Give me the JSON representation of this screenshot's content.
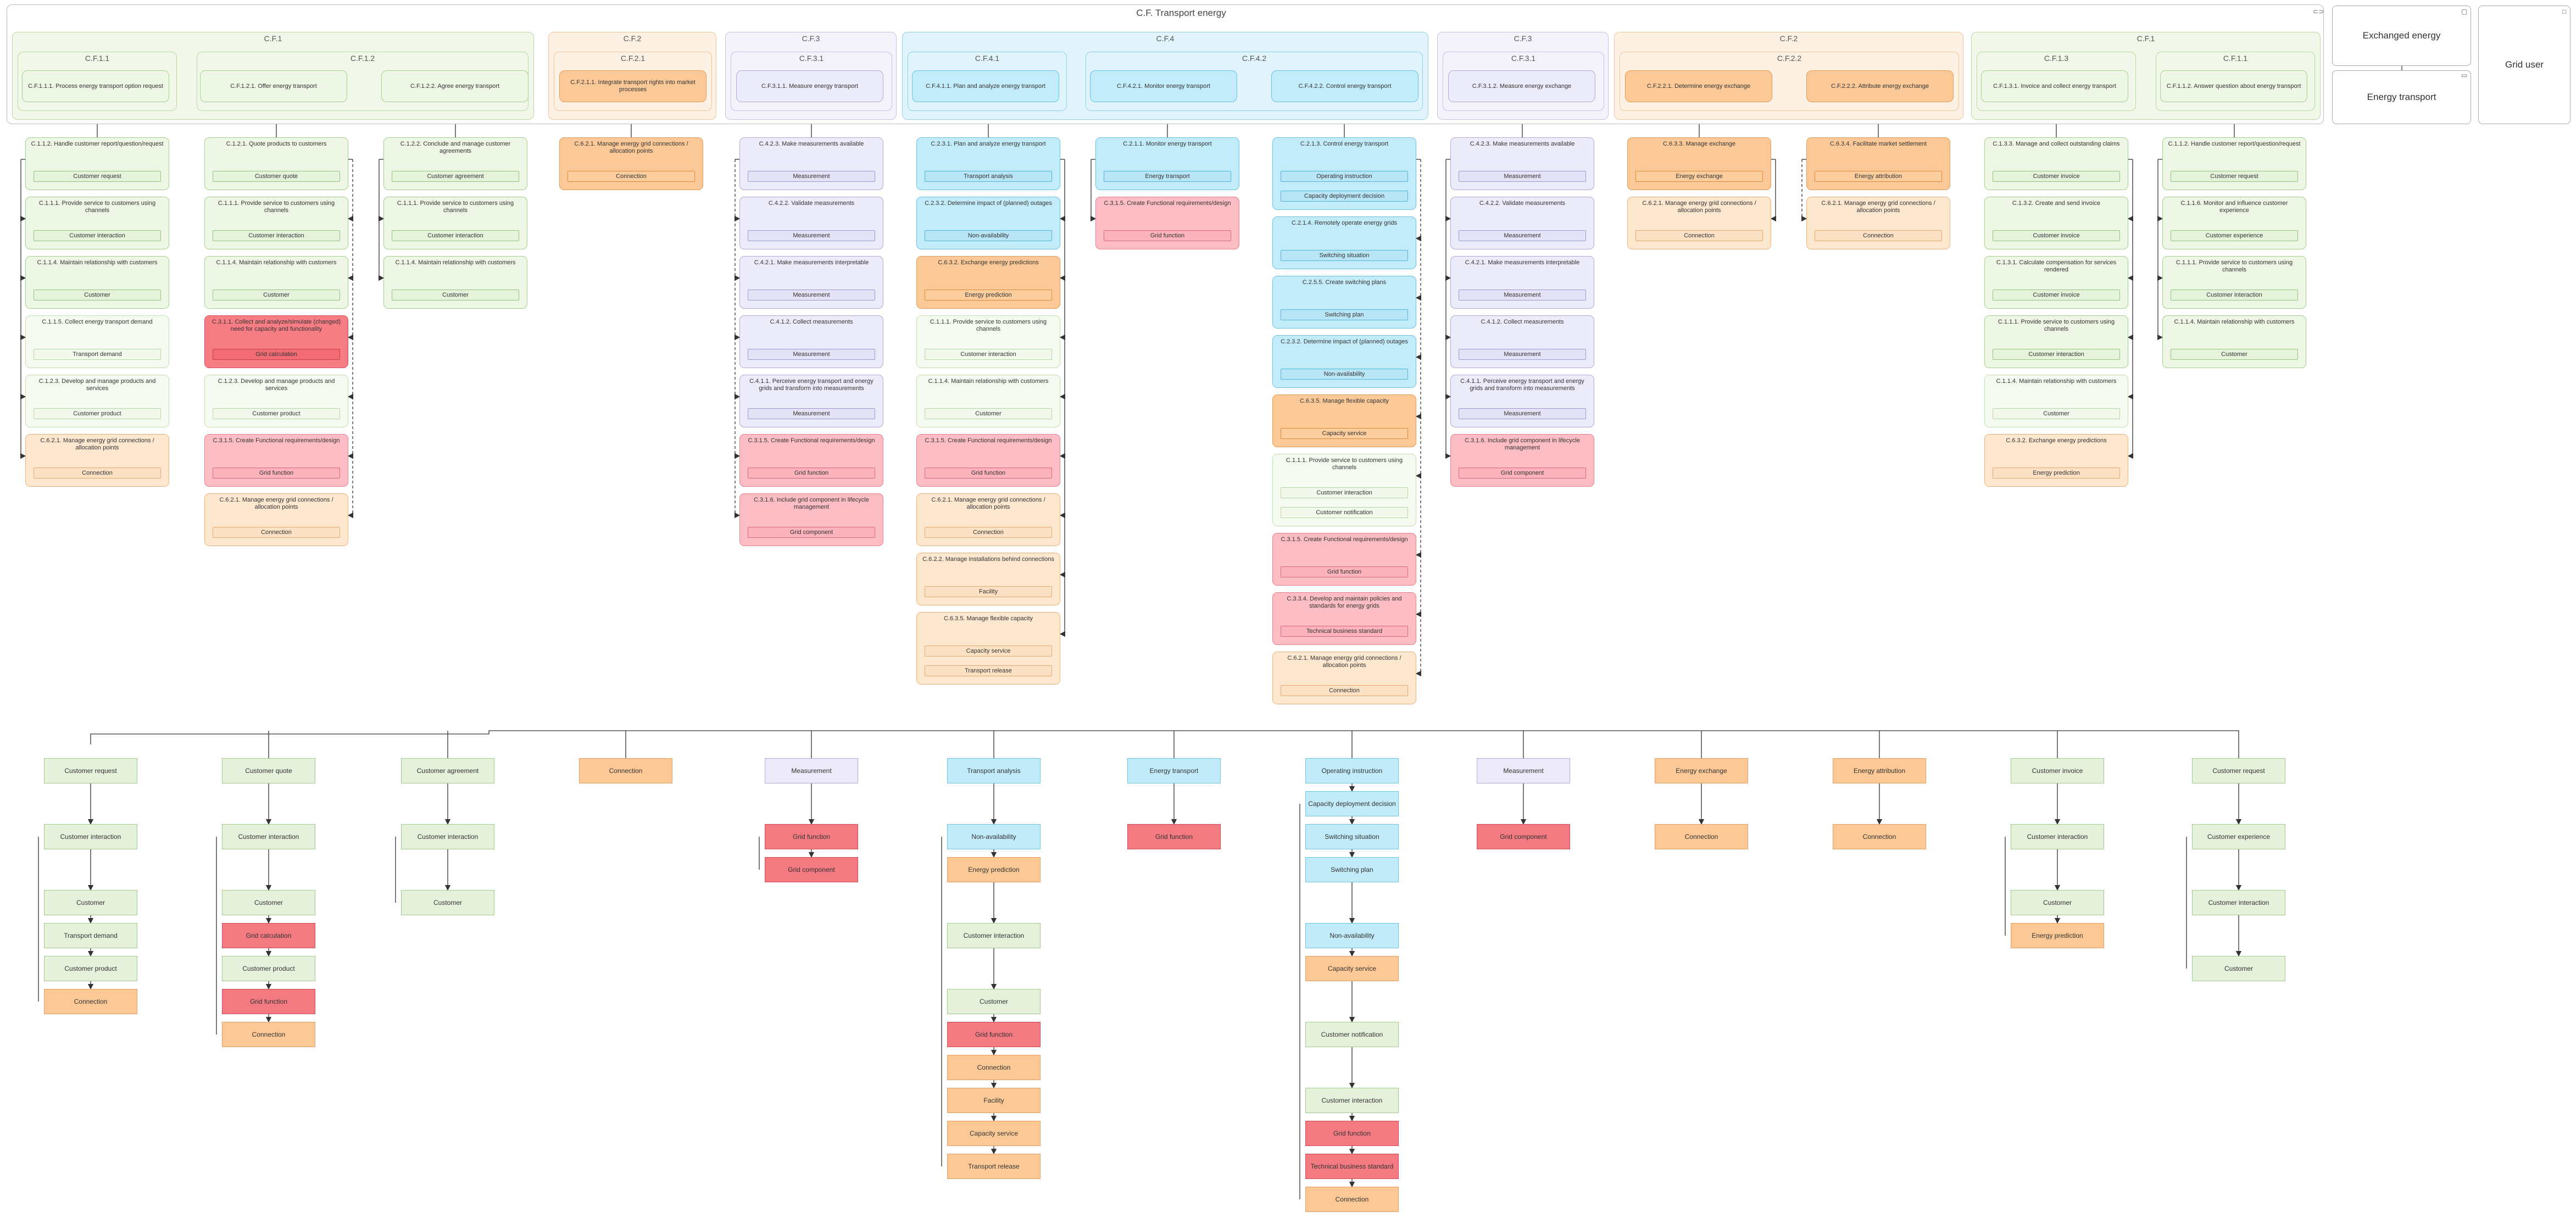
{
  "diagram": {
    "title": "C.F. Transport energy",
    "side_panels": {
      "exchanged_energy": "Exchanged energy",
      "energy_transport": "Energy transport",
      "grid_user": "Grid user"
    },
    "groups": [
      "C.F.1",
      "C.F.1.1",
      "C.F.1.2",
      "C.F.2",
      "C.F.2.1",
      "C.F.3",
      "C.F.3.1",
      "C.F.4",
      "C.F.4.1",
      "C.F.4.2",
      "C.F.3",
      "C.F.3.1",
      "C.F.2",
      "C.F.2.2",
      "C.F.1",
      "C.F.1.3",
      "C.F.1.1"
    ],
    "processes": [
      "C.F.1.1.1. Process energy transport option request",
      "C.F.1.2.1. Offer energy transport",
      "C.F.1.2.2. Agree energy transport",
      "C.F.2.1.1. Integrate transport rights into market processes",
      "C.F.3.1.1. Measure energy transport",
      "C.F.4.1.1. Plan and analyze energy transport",
      "C.F.4.2.1. Monitor energy transport",
      "C.F.4.2.2. Control energy transport",
      "C.F.3.1.2. Measure energy exchange",
      "C.F.2.2.1. Determine energy exchange",
      "C.F.2.2.2. Attribute energy exchange",
      "C.F.1.3.1. Invoice and collect energy transport",
      "C.F.1.1.2. Answer question about energy transport"
    ],
    "columns": [
      [
        {
          "title": "C.1.1.2. Handle customer report/question/request",
          "items": [
            "Customer request"
          ]
        },
        {
          "title": "C.1.1.1. Provide service to customers using channels",
          "items": [
            "Customer interaction"
          ]
        },
        {
          "title": "C.1.1.4. Maintain relationship with customers",
          "items": [
            "Customer"
          ]
        },
        {
          "title": "C.1.1.5. Collect energy transport demand",
          "items": [
            "Transport demand"
          ]
        },
        {
          "title": "C.1.2.3. Develop and manage products and services",
          "items": [
            "Customer product"
          ]
        },
        {
          "title": "C.6.2.1. Manage energy grid connections / allocation points",
          "items": [
            "Connection"
          ]
        }
      ],
      [
        {
          "title": "C.1.2.1. Quote products to customers",
          "items": [
            "Customer quote"
          ]
        },
        {
          "title": "C.1.1.1. Provide service to customers using channels",
          "items": [
            "Customer interaction"
          ]
        },
        {
          "title": "C.1.1.4. Maintain relationship with customers",
          "items": [
            "Customer"
          ]
        },
        {
          "title": "C.3.1.1. Collect and analyze/simulate (changed) need for capacity and functionality",
          "items": [
            "Grid calculation"
          ]
        },
        {
          "title": "C.1.2.3. Develop and manage products and services",
          "items": [
            "Customer product"
          ]
        },
        {
          "title": "C.3.1.5. Create Functional requirements/design",
          "items": [
            "Grid function"
          ]
        },
        {
          "title": "C.6.2.1. Manage energy grid connections / allocation points",
          "items": [
            "Connection"
          ]
        }
      ],
      [
        {
          "title": "C.1.2.2. Conclude and manage customer agreements",
          "items": [
            "Customer agreement"
          ]
        },
        {
          "title": "C.1.1.1. Provide service to customers using channels",
          "items": [
            "Customer interaction"
          ]
        },
        {
          "title": "C.1.1.4. Maintain relationship with customers",
          "items": [
            "Customer"
          ]
        }
      ],
      [
        {
          "title": "C.6.2.1. Manage energy grid connections / allocation points",
          "items": [
            "Connection"
          ]
        }
      ],
      [
        {
          "title": "C.4.2.3. Make measurements available",
          "items": [
            "Measurement"
          ]
        },
        {
          "title": "C.4.2.2. Validate measurements",
          "items": [
            "Measurement"
          ]
        },
        {
          "title": "C.4.2.1. Make measurements interpretable",
          "items": [
            "Measurement"
          ]
        },
        {
          "title": "C.4.1.2. Collect measurements",
          "items": [
            "Measurement"
          ]
        },
        {
          "title": "C.4.1.1. Perceive energy transport and energy grids and transform into measurements",
          "items": [
            "Measurement"
          ]
        },
        {
          "title": "C.3.1.5. Create Functional requirements/design",
          "items": [
            "Grid function"
          ]
        },
        {
          "title": "C.3.1.6. Include grid component in lifecycle management",
          "items": [
            "Grid component"
          ]
        }
      ],
      [
        {
          "title": "C.2.3.1. Plan and analyze energy transport",
          "items": [
            "Transport analysis"
          ]
        },
        {
          "title": "C.2.3.2. Determine impact of (planned) outages",
          "items": [
            "Non-availability"
          ]
        },
        {
          "title": "C.6.3.2. Exchange energy predictions",
          "items": [
            "Energy prediction"
          ]
        },
        {
          "title": "C.1.1.1. Provide service to customers using channels",
          "items": [
            "Customer interaction"
          ]
        },
        {
          "title": "C.1.1.4. Maintain relationship with customers",
          "items": [
            "Customer"
          ]
        },
        {
          "title": "C.3.1.5. Create Functional requirements/design",
          "items": [
            "Grid function"
          ]
        },
        {
          "title": "C.6.2.1. Manage energy grid connections / allocation points",
          "items": [
            "Connection"
          ]
        },
        {
          "title": "C.6.2.2. Manage installations behind connections",
          "items": [
            "Facility"
          ]
        },
        {
          "title": "C.6.3.5. Manage flexible capacity",
          "items": [
            "Capacity service",
            "Transport release"
          ]
        }
      ],
      [
        {
          "title": "C.2.1.1. Monitor energy transport",
          "items": [
            "Energy transport"
          ]
        },
        {
          "title": "C.3.1.5. Create Functional requirements/design",
          "items": [
            "Grid function"
          ]
        }
      ],
      [
        {
          "title": "C.2.1.3. Control energy transport",
          "items": [
            "Operating instruction",
            "Capacity deployment decision"
          ]
        },
        {
          "title": "C.2.1.4. Remotely operate energy grids",
          "items": [
            "Switching situation"
          ]
        },
        {
          "title": "C.2.5.5. Create switching plans",
          "items": [
            "Switching plan"
          ]
        },
        {
          "title": "C.2.3.2. Determine impact of (planned) outages",
          "items": [
            "Non-availability"
          ]
        },
        {
          "title": "C.6.3.5. Manage flexible capacity",
          "items": [
            "Capacity service"
          ]
        },
        {
          "title": "C.1.1.1. Provide service to customers using channels",
          "items": [
            "Customer interaction",
            "Customer notification"
          ]
        },
        {
          "title": "C.3.1.5. Create Functional requirements/design",
          "items": [
            "Grid function"
          ]
        },
        {
          "title": "C.3.3.4. Develop and maintain policies and standards for energy grids",
          "items": [
            "Technical business standard"
          ]
        },
        {
          "title": "C.6.2.1. Manage energy grid connections / allocation points",
          "items": [
            "Connection"
          ]
        }
      ],
      [
        {
          "title": "C.4.2.3. Make measurements available",
          "items": [
            "Measurement"
          ]
        },
        {
          "title": "C.4.2.2. Validate measurements",
          "items": [
            "Measurement"
          ]
        },
        {
          "title": "C.4.2.1. Make measurements interpretable",
          "items": [
            "Measurement"
          ]
        },
        {
          "title": "C.4.1.2. Collect measurements",
          "items": [
            "Measurement"
          ]
        },
        {
          "title": "C.4.1.1. Perceive energy transport and energy grids and transform into measurements",
          "items": [
            "Measurement"
          ]
        },
        {
          "title": "C.3.1.6. Include grid component in lifecycle management",
          "items": [
            "Grid component"
          ]
        }
      ],
      [
        {
          "title": "C.6.3.3. Manage exchange",
          "items": [
            "Energy exchange"
          ]
        },
        {
          "title": "C.6.2.1. Manage energy grid connections / allocation points",
          "items": [
            "Connection"
          ]
        }
      ],
      [
        {
          "title": "C.6.3.4. Facilitate market settlement",
          "items": [
            "Energy attribution"
          ]
        },
        {
          "title": "C.6.2.1. Manage energy grid connections / allocation points",
          "items": [
            "Connection"
          ]
        }
      ],
      [
        {
          "title": "C.1.3.3. Manage and collect outstanding claims",
          "items": [
            "Customer invoice"
          ]
        },
        {
          "title": "C.1.3.2. Create and send invoice",
          "items": [
            "Customer invoice"
          ]
        },
        {
          "title": "C.1.3.1. Calculate compensation for services rendered",
          "items": [
            "Customer invoice"
          ]
        },
        {
          "title": "C.1.1.1. Provide service to customers using channels",
          "items": [
            "Customer interaction"
          ]
        },
        {
          "title": "C.1.1.4. Maintain relationship with customers",
          "items": [
            "Customer"
          ]
        },
        {
          "title": "C.6.3.2. Exchange energy predictions",
          "items": [
            "Energy prediction"
          ]
        }
      ],
      [
        {
          "title": "C.1.1.2. Handle customer report/question/request",
          "items": [
            "Customer request"
          ]
        },
        {
          "title": "C.1.1.6. Monitor and influence customer experience",
          "items": [
            "Customer experience"
          ]
        },
        {
          "title": "C.1.1.1. Provide service to customers using channels",
          "items": [
            "Customer interaction"
          ]
        },
        {
          "title": "C.1.1.4. Maintain relationship with customers",
          "items": [
            "Customer"
          ]
        }
      ]
    ],
    "objects": [
      [
        "Customer request",
        "Customer interaction",
        "Customer",
        "Transport demand",
        "Customer product",
        "Connection"
      ],
      [
        "Customer quote",
        "Customer interaction",
        "Customer",
        "Grid calculation",
        "Customer product",
        "Grid function",
        "Connection"
      ],
      [
        "Customer agreement",
        "Customer interaction",
        "Customer"
      ],
      [
        "Connection"
      ],
      [
        "Measurement",
        "Grid function",
        "Grid component"
      ],
      [
        "Transport analysis",
        "Non-availability",
        "Energy prediction",
        "Customer interaction",
        "Customer",
        "Grid function",
        "Connection",
        "Facility",
        "Capacity service",
        "Transport release"
      ],
      [
        "Energy transport",
        "Grid function"
      ],
      [
        "Operating instruction",
        "Capacity deployment decision",
        "Switching situation",
        "Switching plan",
        "Non-availability",
        "Capacity service",
        "Customer notification",
        "Customer interaction",
        "Grid function",
        "Technical business standard",
        "Connection"
      ],
      [
        "Measurement",
        "Grid component"
      ],
      [
        "Energy exchange",
        "Connection"
      ],
      [
        "Energy attribution",
        "Connection"
      ],
      [
        "Customer invoice",
        "Customer interaction",
        "Customer",
        "Energy prediction"
      ],
      [
        "Customer request",
        "Customer experience",
        "Customer interaction",
        "Customer"
      ]
    ]
  }
}
